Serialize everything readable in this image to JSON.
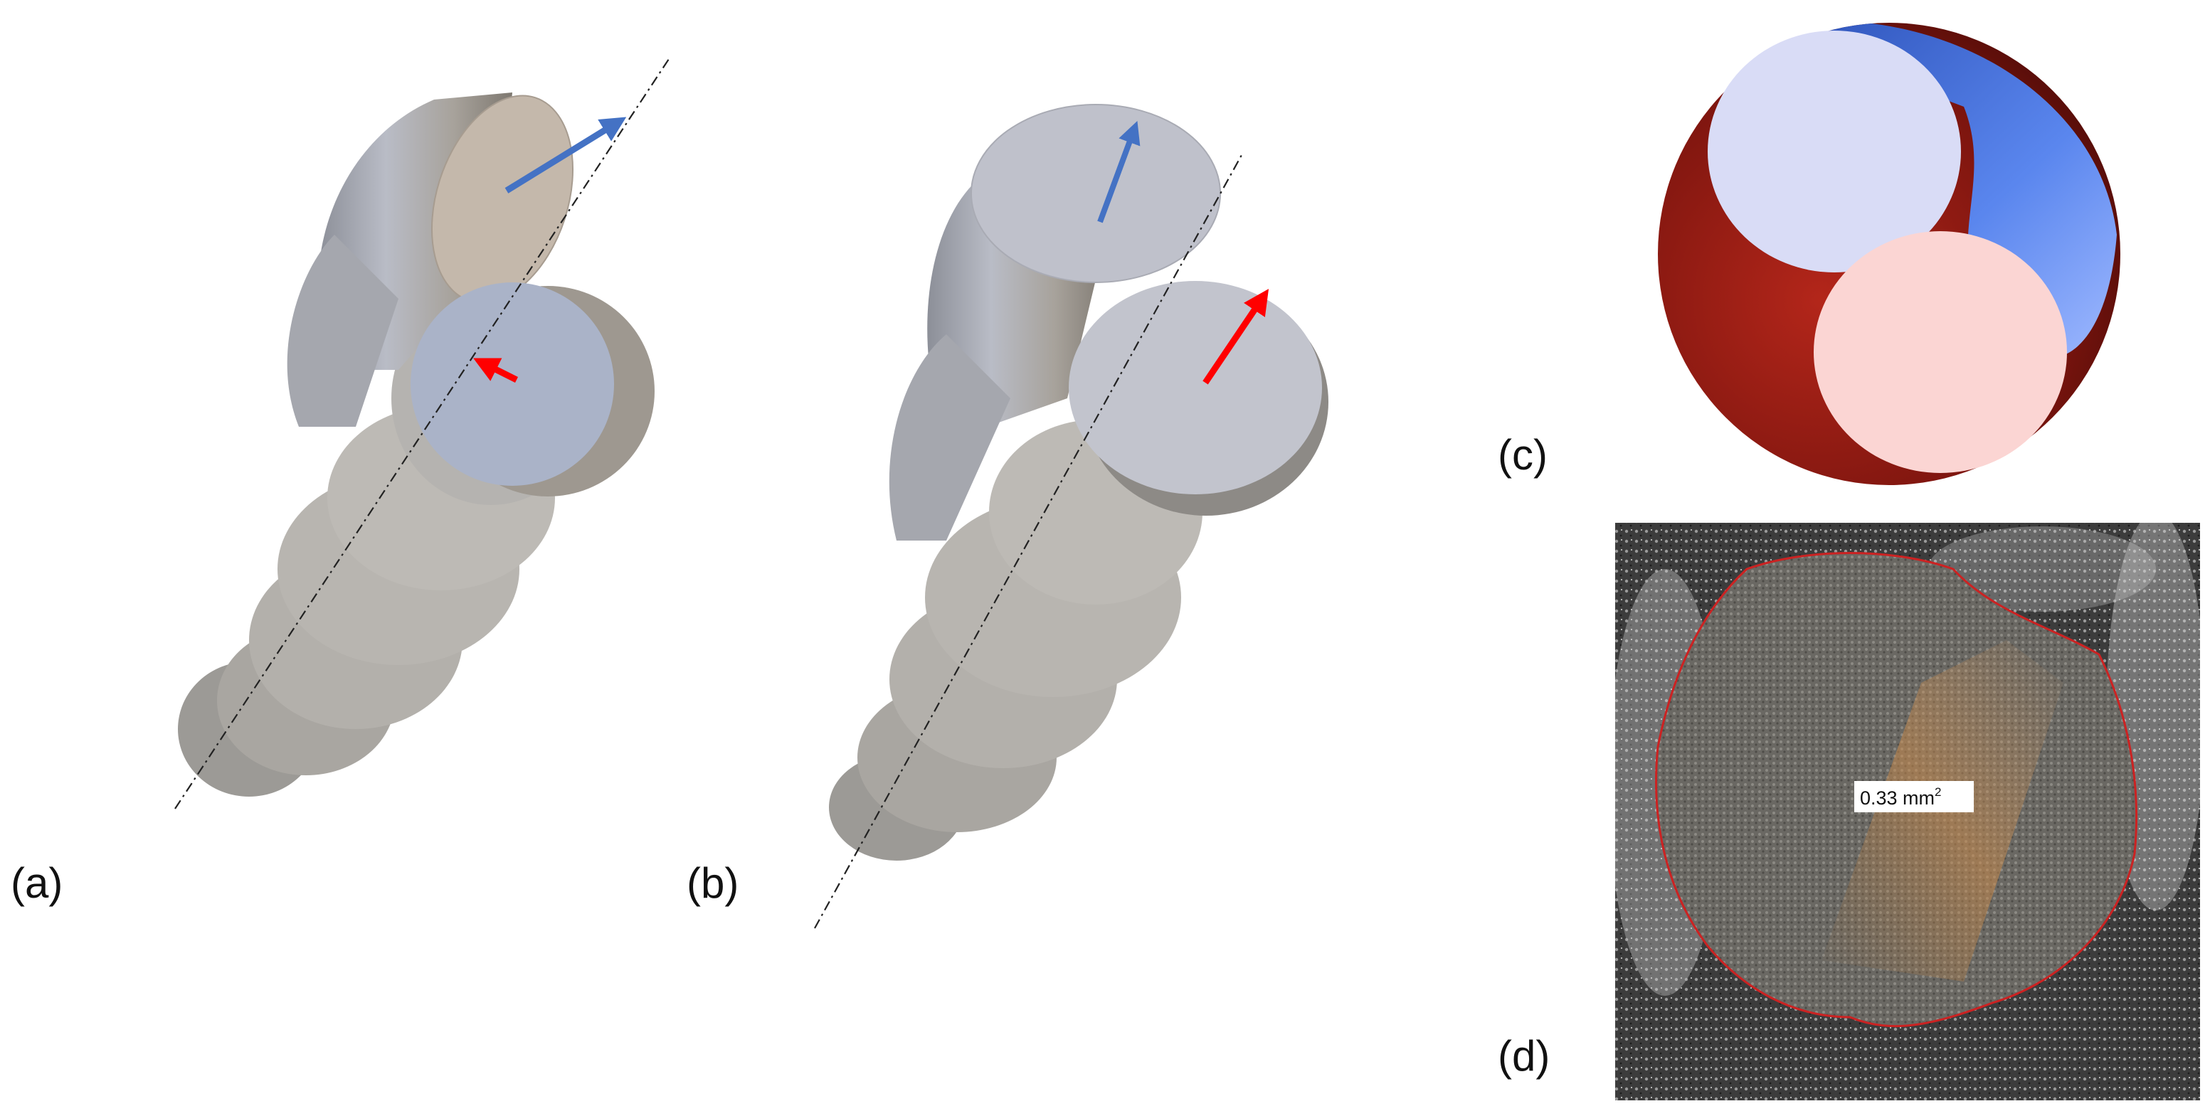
{
  "figure": {
    "panels": [
      {
        "id": "a",
        "label": "(a)"
      },
      {
        "id": "b",
        "label": "(b)"
      },
      {
        "id": "c",
        "label": "(c)"
      },
      {
        "id": "d",
        "label": "(d)"
      }
    ],
    "area_annotation": {
      "value": "0.33 mm",
      "superscript": "2"
    },
    "colors": {
      "arrow_blue": "#4472c4",
      "arrow_red": "#ff0000",
      "helix_face": "#aeb3c0",
      "sphere_red": "#8a1a12",
      "sphere_blue": "#3a66d6",
      "disk_light_blue": "#d9dcf6",
      "disk_light_pink": "#fbd5d3",
      "outline_red": "#cc2222"
    },
    "icons": {
      "axis_line": "dash-dot-axis",
      "arrows": "direction-arrow"
    }
  }
}
